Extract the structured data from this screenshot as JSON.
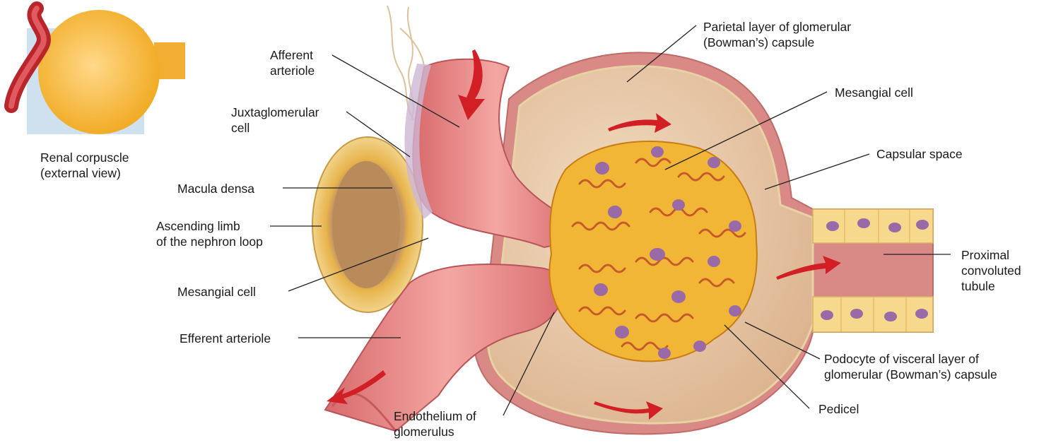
{
  "colors": {
    "arteriole": "#e98a8a",
    "arteriole_dark": "#c65a5c",
    "podocyte": "#f2b636",
    "podocyte_dark": "#c77d12",
    "capsule_space": "#e6c9a8",
    "capsule_wall": "#d98a87",
    "nucleus": "#9a6aa6",
    "arrow": "#d21f26",
    "tubule_cell": "#f6d98c",
    "inset_bg": "#cfe1ef",
    "label_line": "#222222"
  },
  "inset": {
    "caption_line1": "Renal corpuscle",
    "caption_line2": "(external view)"
  },
  "labels": {
    "afferent_arteriole": {
      "line1": "Afferent",
      "line2": "arteriole"
    },
    "juxtaglomerular_cell": {
      "line1": "Juxtaglomerular",
      "line2": "cell"
    },
    "macula_densa": {
      "line1": "Macula densa"
    },
    "ascending_limb": {
      "line1": "Ascending limb",
      "line2": "of the nephron loop"
    },
    "mesangial_cell_left": {
      "line1": "Mesangial cell"
    },
    "efferent_arteriole": {
      "line1": "Efferent arteriole"
    },
    "endothelium": {
      "line1": "Endothelium of",
      "line2": "glomerulus"
    },
    "parietal_layer": {
      "line1": "Parietal layer of glomerular",
      "line2": "(Bowman’s) capsule"
    },
    "mesangial_cell_right": {
      "line1": "Mesangial cell"
    },
    "capsular_space": {
      "line1": "Capsular space"
    },
    "proximal_tubule": {
      "line1": "Proximal",
      "line2": "convoluted",
      "line3": "tubule"
    },
    "podocyte": {
      "line1": "Podocyte of visceral layer of",
      "line2": "glomerular (Bowman’s) capsule"
    },
    "pedicel": {
      "line1": "Pedicel"
    }
  }
}
